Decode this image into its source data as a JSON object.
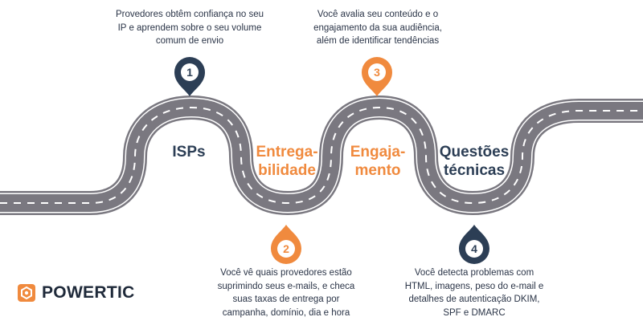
{
  "steps": [
    {
      "number": "1",
      "label_lines": [
        "ISPs"
      ],
      "description_lines": [
        "Provedores obtêm confiança no seu",
        "IP e aprendem sobre o seu volume",
        "comum de envio"
      ],
      "color": "#2c3e55"
    },
    {
      "number": "2",
      "label_lines": [
        "Entrega-",
        "bilidade"
      ],
      "description_lines": [
        "Você vê quais provedores estão",
        "suprimindo seus e-mails, e checa",
        "suas taxas de entrega por",
        "campanha, domínio, dia e hora"
      ],
      "color": "#f08a3e"
    },
    {
      "number": "3",
      "label_lines": [
        "Engaja-",
        "mento"
      ],
      "description_lines": [
        "Você avalia seu conteúdo e o",
        "engajamento da sua audiência,",
        "além de identificar tendências"
      ],
      "color": "#f08a3e"
    },
    {
      "number": "4",
      "label_lines": [
        "Questões",
        "técnicas"
      ],
      "description_lines": [
        "Você detecta problemas com",
        "HTML, imagens, peso do e-mail e",
        "detalhes de autenticação DKIM,",
        "SPF e DMARC"
      ],
      "color": "#2c3e55"
    }
  ],
  "colors": {
    "road": "#7a7880",
    "road_marking": "#ffffff",
    "text": "#2a3447",
    "logo_orange": "#f08a3e"
  },
  "logo": {
    "text": "POWERTIC",
    "icon": "powertic-logo-icon"
  }
}
